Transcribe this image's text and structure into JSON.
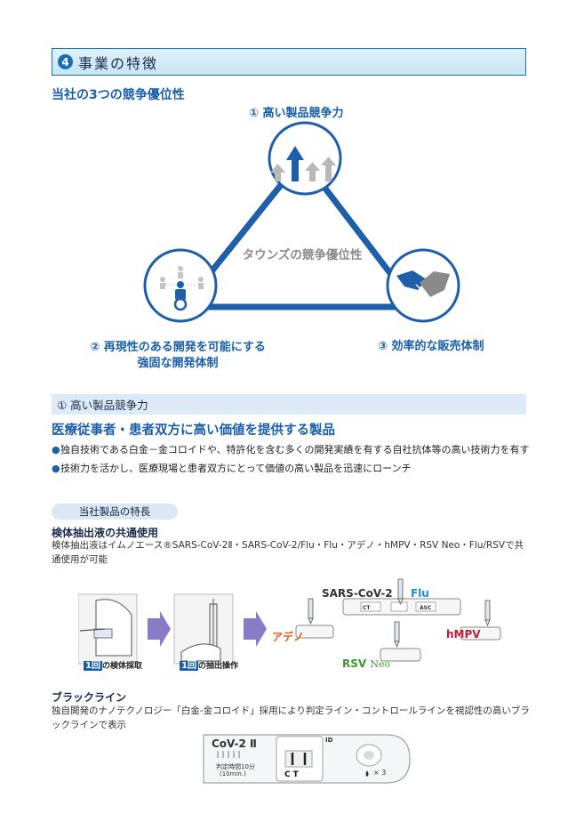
{
  "section": {
    "number": "4",
    "title": "事業の特徴"
  },
  "advantage": {
    "heading": "当社の3つの競争優位性",
    "center": "タウンズの競争優位性",
    "node1": "① 高い製品競争力",
    "node2_line1": "② 再現性のある開発を可能にする",
    "node2_line2": "強固な開発体制",
    "node3": "③ 効率的な販売体制"
  },
  "subsection": {
    "title": "① 高い製品競争力"
  },
  "value_heading": "医療従事者・患者双方に高い価値を提供する製品",
  "bullets": [
    "独自技術である白金－金コロイドや、特許化を含む多くの開発実績を有する自社抗体等の高い技術力を有す",
    "技術力を活かし、医療現場と患者双方にとって価値の高い製品を迅速にローンチ"
  ],
  "features_pill": "当社製品の特長",
  "extraction": {
    "title": "検体抽出液の共通使用",
    "text": "検体抽出液はイムノエース®SARS-CoV-2Ⅱ・SARS-CoV-2/Flu・Flu・アデノ・hMPV・RSV Neo・Flu/RSVで共通使用が可能",
    "step1": "1回",
    "step1_label": "の検体採取",
    "step2": "1回",
    "step2_label": "の抽出操作",
    "product_sars": "SARS-CoV-2",
    "product_flu": "Flu",
    "product_adeno": "アデノ",
    "product_hmpv": "hMPV",
    "product_rsv": "RSV",
    "product_rsv_neo": "Neo",
    "cassette_ct": "CT",
    "cassette_asc": "ASC"
  },
  "blackline": {
    "title": "ブラックライン",
    "text": "独自開発のナノテクノロジー「白金-金コロイド」採用により判定ライン・コントロールラインを視認性の高いブラックラインで表示",
    "device_name": "CoV-2 Ⅱ",
    "device_time_label": "判定時間10分",
    "device_time": "(10min.)",
    "device_id": "ID",
    "device_ct": "CT",
    "device_drops": "× 3"
  },
  "colors": {
    "accent": "#1a5fa8",
    "triangle": "#1f5fa9",
    "adeno": "#e05a10",
    "hmpv": "#c01a3a",
    "rsv": "#3a9a2e",
    "flu": "#1a8fd0",
    "arrow": "#8a7bc8"
  }
}
